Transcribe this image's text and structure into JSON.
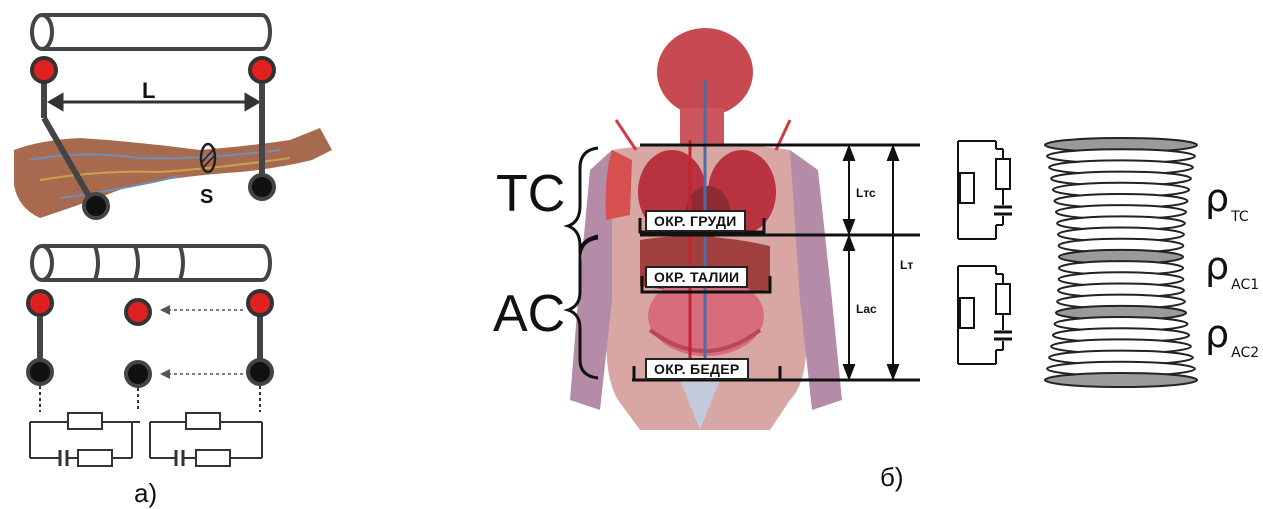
{
  "panel_a": {
    "length_label": "L",
    "area_label": "S",
    "caption": "а)"
  },
  "panel_b": {
    "caption": "б)",
    "group_tc": "TC",
    "group_ac": "AC",
    "circumferences": {
      "chest": "ОКР. ГРУДИ",
      "waist": "ОКР. ТАЛИИ",
      "hips": "ОКР. БЕДЕР"
    },
    "dims": {
      "ltc": "Lтс",
      "lac": "Lас",
      "lt": "Lт"
    },
    "resistivity": {
      "symbol": "ρ",
      "tc_sub": "TC",
      "ac1_sub": "AC1",
      "ac2_sub": "AC2"
    }
  },
  "colors": {
    "electrode_current": "#e02020",
    "electrode_measure": "#111111",
    "wire": "#444444",
    "disc_fill": "#9a9a9a"
  }
}
